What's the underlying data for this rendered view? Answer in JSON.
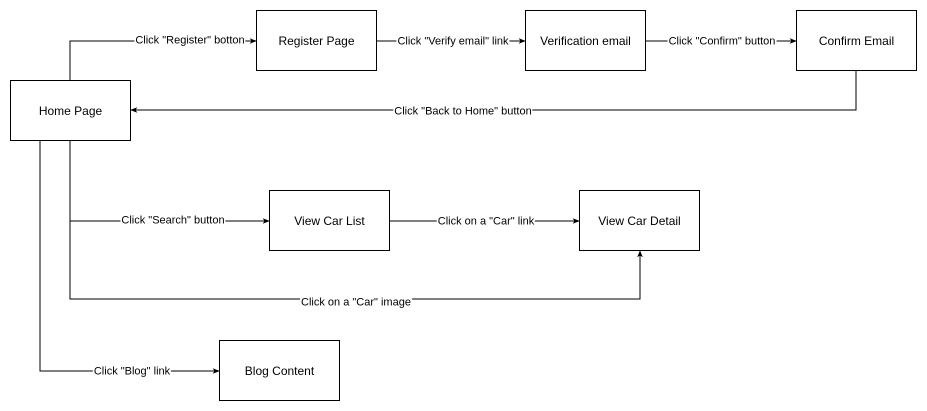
{
  "diagram": {
    "nodes": {
      "home": "Home Page",
      "register": "Register Page",
      "verification": "Verification email",
      "confirm": "Confirm Email",
      "car_list": "View Car List",
      "car_detail": "View Car Detail",
      "blog": "Blog Content"
    },
    "edges": {
      "home_to_register": "Click \"Register\" botton",
      "register_to_verification": "Click \"Verify email\" link",
      "verification_to_confirm": "Click \"Confirm\" button",
      "confirm_to_home": "Click \"Back to Home\" button",
      "home_to_car_list": "Click \"Search\" button",
      "car_list_to_car_detail": "Click on a \"Car\" link",
      "home_to_car_detail": "Click on a \"Car\" image",
      "home_to_blog": "Click \"Blog\" link"
    }
  }
}
